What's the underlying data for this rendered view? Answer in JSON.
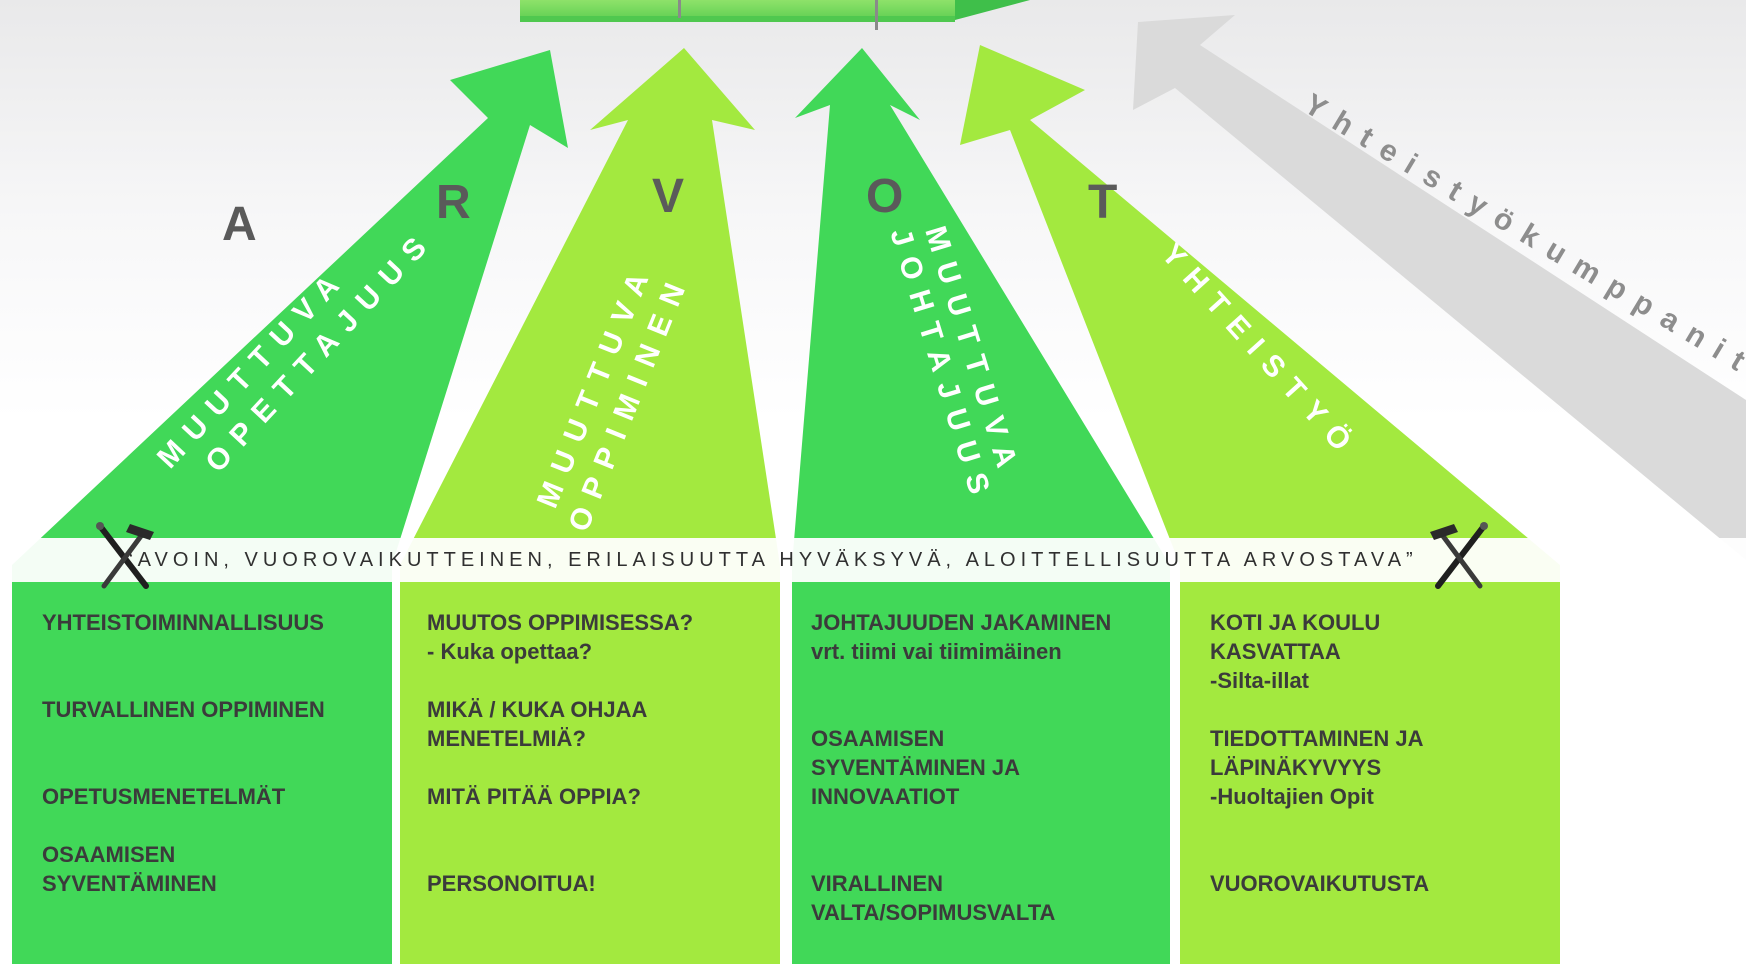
{
  "header_letters": [
    "A",
    "R",
    "V",
    "O",
    "T"
  ],
  "arrows": [
    {
      "line1": "MUUTTUVA",
      "line2": "OPETTAJUUS"
    },
    {
      "line1": "MUUTTUVA",
      "line2": "OPPIMINEN"
    },
    {
      "line1": "MUUTTUVA",
      "line2": "JOHTAJUUS"
    },
    {
      "line1": "YHTEISTYÖ",
      "line2": ""
    }
  ],
  "partners_label": "Yhteistyökumppanit",
  "values_band": "“AVOIN, VUOROVAIKUTTEINEN, ERILAISUUTTA HYVÄKSYVÄ, ALOITTELLISUUTTA ARVOSTAVA”",
  "icons": [
    "tools-icon",
    "tools-icon"
  ],
  "columns": [
    {
      "items": [
        {
          "lines": [
            "YHTEISTOIMINNALLISUUS"
          ]
        },
        {
          "lines": [
            "TURVALLINEN OPPIMINEN"
          ]
        },
        {
          "lines": [
            "OPETUSMENETELMÄT"
          ]
        },
        {
          "lines": [
            "OSAAMISEN",
            "SYVENTÄMINEN"
          ]
        }
      ]
    },
    {
      "items": [
        {
          "lines": [
            "MUUTOS OPPIMISESSA?",
            "- Kuka opettaa?"
          ]
        },
        {
          "lines": [
            "MIKÄ / KUKA OHJAA",
            "MENETELMIÄ?"
          ]
        },
        {
          "lines": [
            "MITÄ PITÄÄ OPPIA?"
          ]
        },
        {
          "lines": [
            "PERSONOITUA!"
          ]
        }
      ]
    },
    {
      "items": [
        {
          "lines": [
            "JOHTAJUUDEN JAKAMINEN",
            "vrt. tiimi vai tiimimäinen"
          ]
        },
        {
          "lines": [
            "OSAAMISEN",
            "SYVENTÄMINEN JA",
            "INNOVAATIOT"
          ]
        },
        {
          "lines": [
            "VIRALLINEN",
            "VALTA/SOPIMUSVALTA"
          ]
        }
      ]
    },
    {
      "items": [
        {
          "lines": [
            "KOTI JA KOULU",
            "KASVATTAA",
            "-Silta-illat"
          ]
        },
        {
          "lines": [
            "TIEDOTTAMINEN JA",
            "LÄPINÄKYVYYS",
            "-Huoltajien Opit"
          ]
        },
        {
          "lines": [
            "VUOROVAIKUTUSTA"
          ]
        }
      ]
    }
  ],
  "colors": {
    "dark_green": "#41d858",
    "light_green": "#a3e93f",
    "gray_arrow": "#d8d8d8",
    "text": "#3b3b3b"
  }
}
